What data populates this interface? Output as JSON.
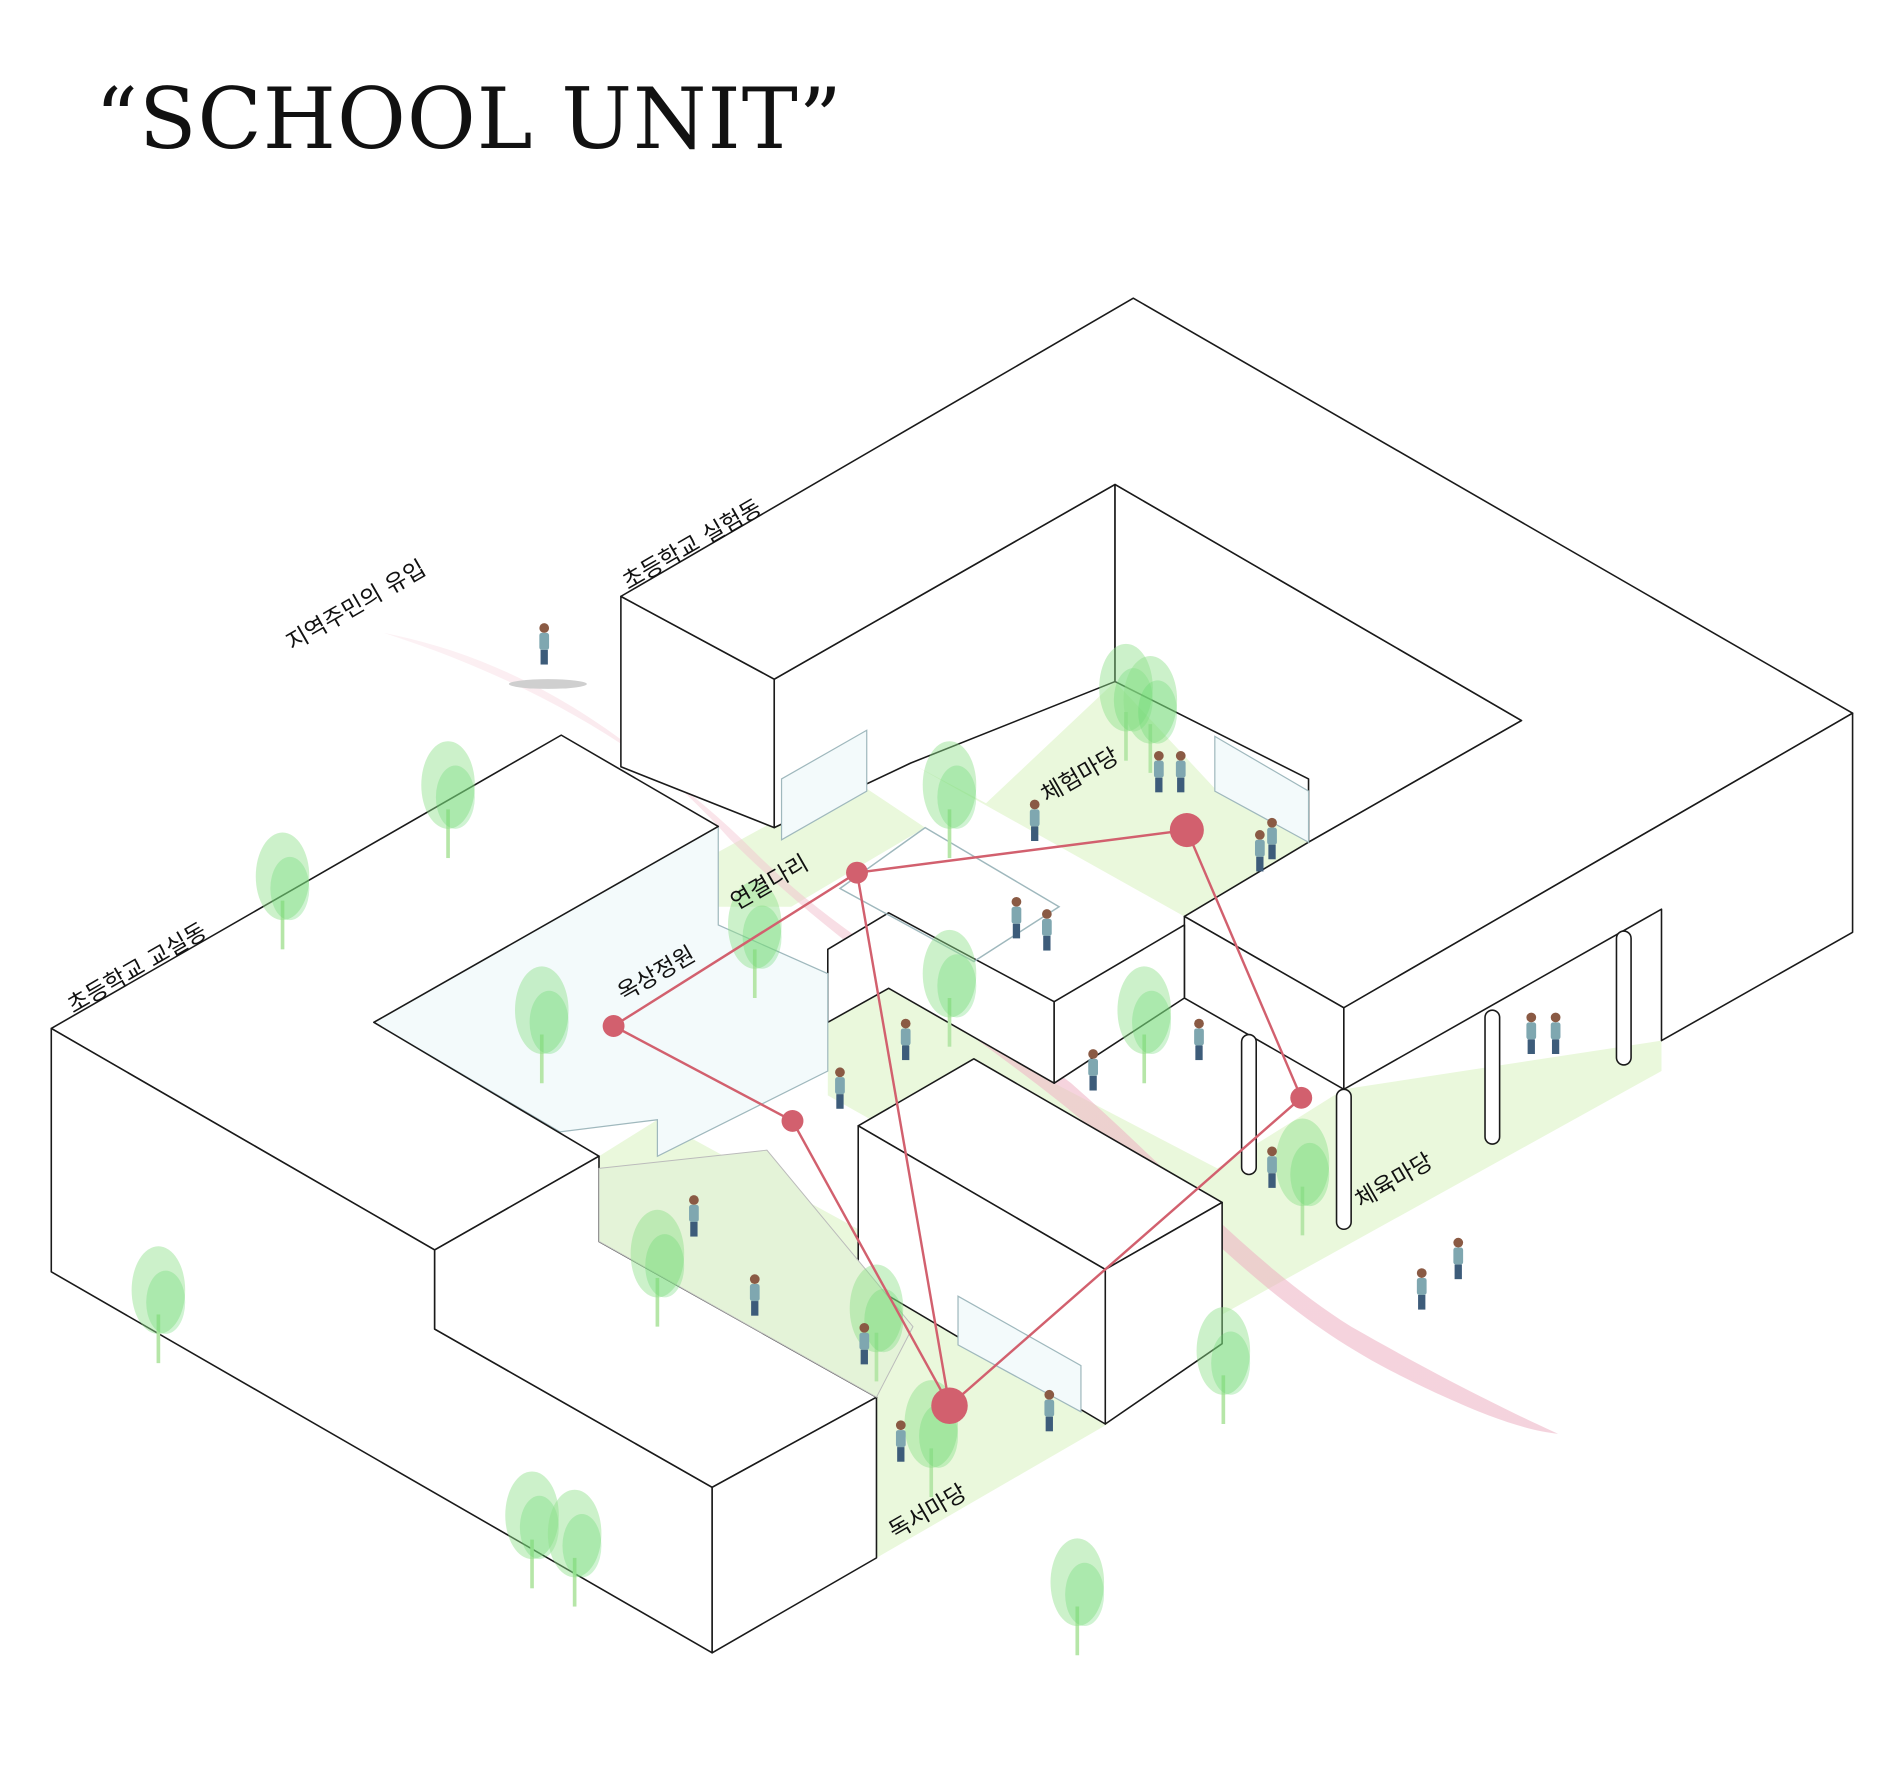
{
  "title": "“SCHOOL UNIT”",
  "labels": {
    "lab_building": "초등학교 실험동",
    "resident_inflow": "지역주민의 유입",
    "classroom_building": "초등학교 교실동",
    "bridge": "연결다리",
    "rooftop_garden": "옥상정원",
    "experience_yard": "체험마당",
    "sports_yard": "체육마당",
    "reading_yard": "독서마당"
  },
  "colors": {
    "network": "#d2606e",
    "flow": "#f2c4d0",
    "floor": "#eaf8dc",
    "tree": "#8ee08a"
  }
}
